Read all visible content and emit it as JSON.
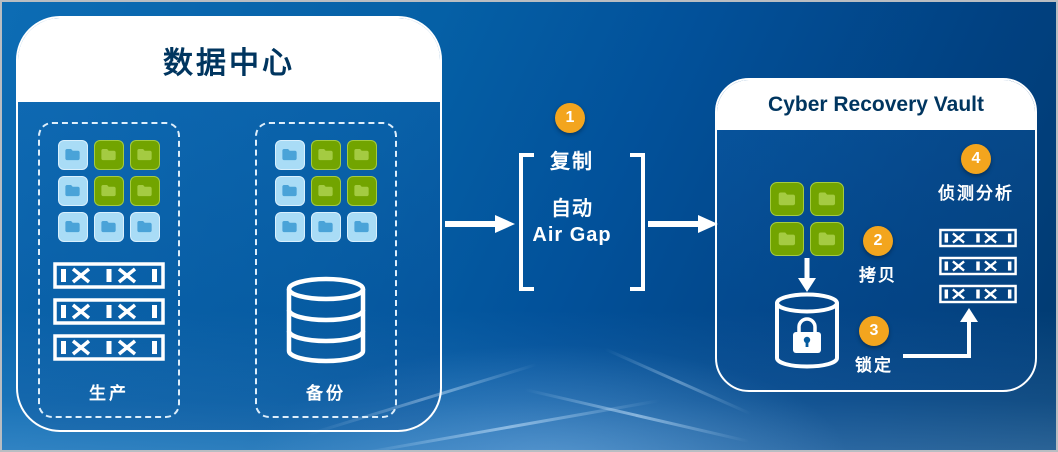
{
  "colors": {
    "background_blue": "#02519a",
    "header_text": "#00355f",
    "badge_orange": "#f3a51e",
    "folder_blue": "#a9dcf6",
    "folder_green": "#72a400",
    "icon_white": "#ffffff"
  },
  "datacenter": {
    "title": "数据中心",
    "production": {
      "label": "生产",
      "folder_grid": [
        [
          "blue",
          "green",
          "green"
        ],
        [
          "blue",
          "green",
          "green"
        ],
        [
          "blue",
          "blue",
          "blue"
        ]
      ],
      "tape_count": 3
    },
    "backup": {
      "label": "备份",
      "folder_grid": [
        [
          "blue",
          "green",
          "green"
        ],
        [
          "blue",
          "green",
          "green"
        ],
        [
          "blue",
          "blue",
          "blue"
        ]
      ]
    }
  },
  "flow": {
    "step1": {
      "number": "1",
      "label": "复制"
    },
    "airgap": {
      "line1": "自动",
      "line2": "Air Gap"
    }
  },
  "vault": {
    "title": "Cyber Recovery Vault",
    "folder_grid": [
      [
        "green",
        "green"
      ],
      [
        "green",
        "green"
      ]
    ],
    "tape_count": 3,
    "step2": {
      "number": "2",
      "label": "拷贝"
    },
    "step3": {
      "number": "3",
      "label": "锁定"
    },
    "step4": {
      "number": "4",
      "label": "侦测分析"
    }
  },
  "icons": {
    "folder": "folder-icon",
    "tape_library": "tape-library-icon",
    "database": "database-icon",
    "locked_database": "locked-database-icon",
    "arrow_right": "arrow-right-icon",
    "arrow_down": "arrow-down-icon",
    "elbow_arrow": "elbow-arrow-icon",
    "bracket": "bracket-glyph"
  }
}
